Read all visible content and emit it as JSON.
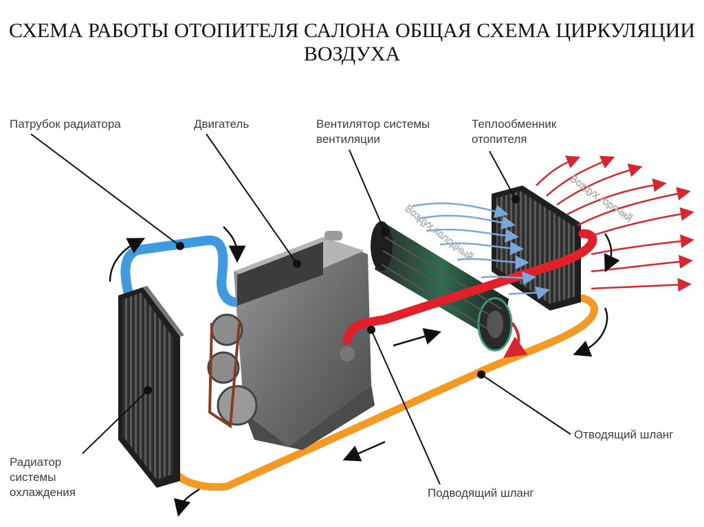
{
  "title_line1": "СХЕМА РАБОТЫ ОТОПИТЕЛЯ САЛОНА ОБЩАЯ СХЕМА ЦИРКУЛЯЦИИ",
  "title_line2": "ВОЗДУХА",
  "labels": {
    "radiator_pipe": "Патрубок радиатора",
    "engine": "Двигатель",
    "fan_line1": "Вентилятор системы",
    "fan_line2": "вентиляции",
    "heat_exchanger_line1": "Теплообменник",
    "heat_exchanger_line2": "отопителя",
    "radiator_line1": "Радиатор",
    "radiator_line2": "системы",
    "radiator_line3": "охлаждения",
    "outlet_hose": "Отводящий шланг",
    "inlet_hose": "Подводящий шланг",
    "air_cold": "Воздух холодный",
    "air_hot": "Воздух горячий"
  },
  "colors": {
    "blue_pipe": "#3f9be0",
    "red_pipe": "#e1202a",
    "orange_hose": "#f39a24",
    "cold_air": "#7aa6d8",
    "hot_air": "#d8262e",
    "metal_dark": "#4a4a4a"
  }
}
